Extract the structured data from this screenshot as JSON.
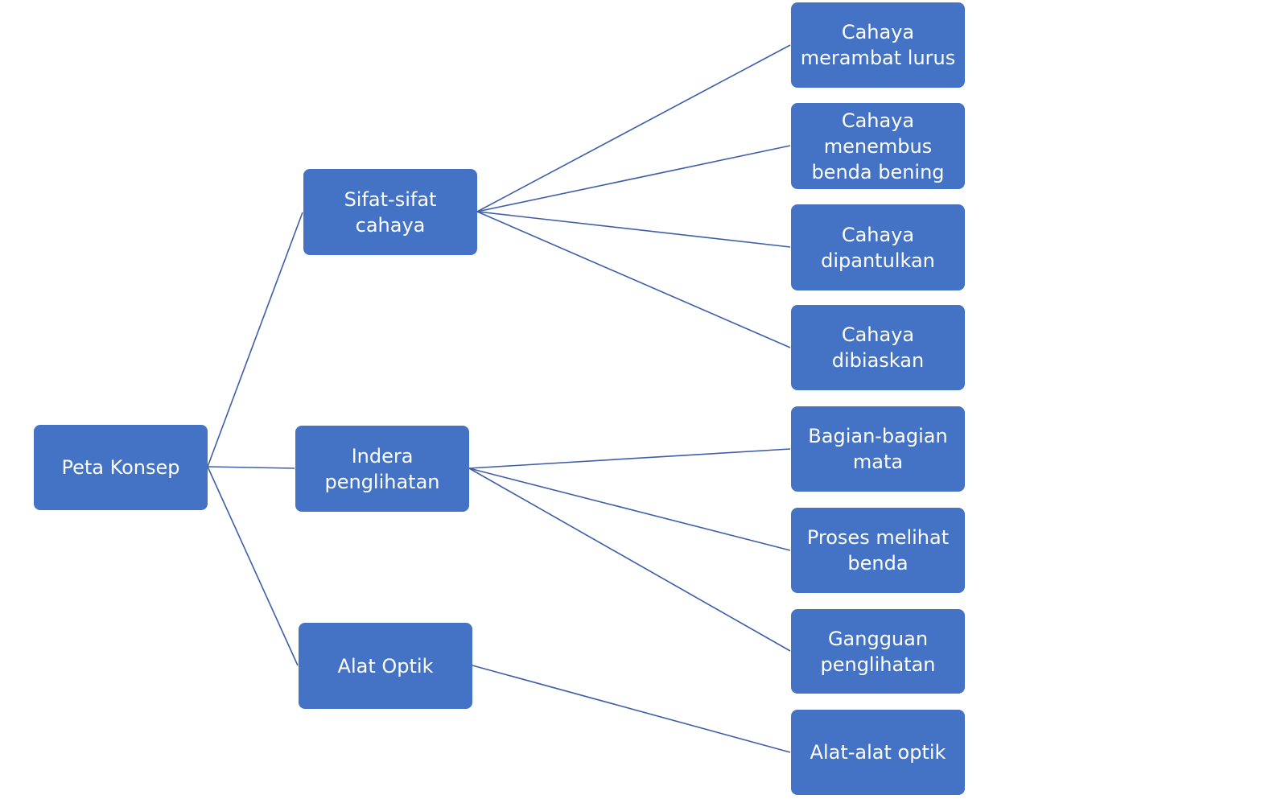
{
  "diagram": {
    "root": {
      "label": "Peta Konsep"
    },
    "branches": [
      {
        "label": "Sifat-sifat cahaya",
        "children": [
          {
            "label": "Cahaya\nmerambat lurus"
          },
          {
            "label": "Cahaya\nmenembus\nbenda bening"
          },
          {
            "label": "Cahaya\ndipantulkan"
          },
          {
            "label": "Cahaya dibiaskan"
          }
        ]
      },
      {
        "label": "Indera\npenglihatan",
        "children": [
          {
            "label": "Bagian-bagian\nmata"
          },
          {
            "label": "Proses melihat\nbenda"
          },
          {
            "label": "Gangguan\npenglihatan"
          }
        ]
      },
      {
        "label": "Alat Optik",
        "children": [
          {
            "label": "Alat-alat optik"
          }
        ]
      }
    ],
    "colors": {
      "node_fill": "#4472c4",
      "node_text": "#ffffff",
      "connector": "#3f5ea8"
    }
  }
}
